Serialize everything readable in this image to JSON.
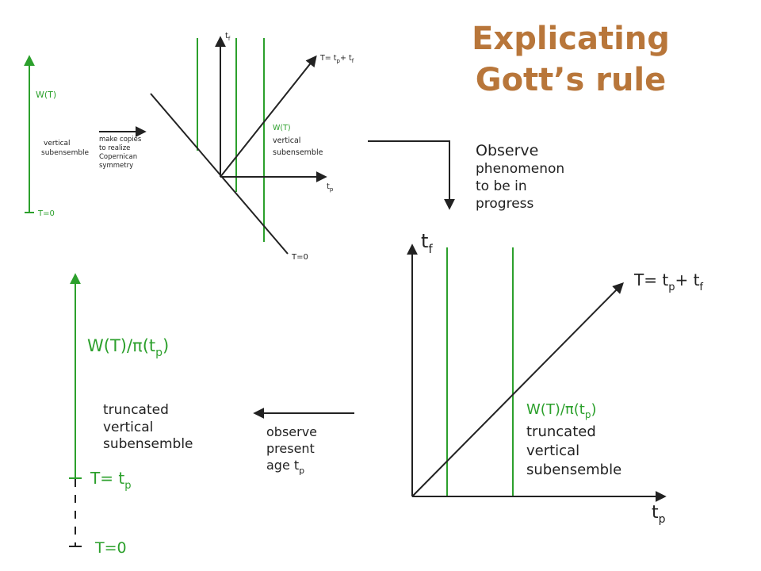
{
  "title": {
    "line1": "Explicating",
    "line2": "Gott’s rule"
  },
  "panel1": {
    "axis_label": "W(T)",
    "body": [
      "vertical",
      "subensemble"
    ],
    "axis_bottom": "T=0",
    "arrow_text": [
      "make copies",
      "to realize",
      "Copernican",
      "symmetry"
    ]
  },
  "panel2": {
    "tf": "t",
    "tf_sub": "f",
    "tp": "t",
    "tp_sub": "p",
    "diag": "T= t",
    "diag_sub_p": "p",
    "diag_mid": "+ t",
    "diag_sub_f": "f",
    "label": [
      "W(T)",
      "vertical",
      "subensemble"
    ],
    "t0": "T=0"
  },
  "arrow_observe": [
    "Observe",
    "phenomenon",
    "to be in",
    "progress"
  ],
  "panel3": {
    "tf": "t",
    "tf_sub": "f",
    "tp": "t",
    "tp_sub": "p",
    "diag": "T= t",
    "diag_sub_p": "p",
    "diag_mid": "+ t",
    "diag_sub_f": "f",
    "w_label": "W(T)/π(t",
    "w_sub": "p",
    "w_close": ")",
    "body": [
      "truncated",
      "vertical",
      "subensemble"
    ]
  },
  "arrow_present": [
    "observe",
    "present",
    "age t"
  ],
  "arrow_present_sub": "p",
  "panel4": {
    "w_label": "W(T)/π(t",
    "w_sub": "p",
    "w_close": ")",
    "body": [
      "truncated",
      "vertical",
      "subensemble"
    ],
    "tp_label": "T= t",
    "tp_sub": "p",
    "t0": "T=0"
  }
}
